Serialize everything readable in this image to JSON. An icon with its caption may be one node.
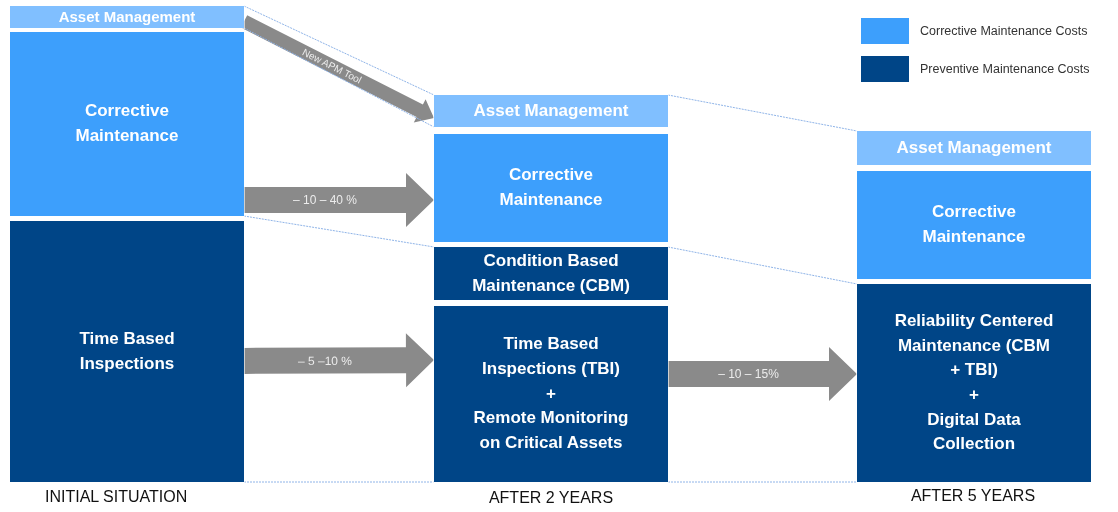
{
  "diagram": {
    "nodes": [
      {
        "text": [
          "Asset Management"
        ]
      },
      {
        "text": [
          "Corrective Maintenance"
        ]
      },
      {
        "text": [
          "Time Based Inspections"
        ]
      },
      {
        "text": [
          "Asset Management"
        ]
      },
      {
        "text": [
          "Corrective Maintenance"
        ]
      },
      {
        "text": [
          "Condition Based Maintenance (CBM)"
        ]
      },
      {
        "text": [
          "Time Based Inspections (TBI)",
          "+",
          "Remote Monitoring on Critical Assets"
        ]
      },
      {
        "text": [
          "Asset Management"
        ]
      },
      {
        "text": [
          "Corrective Maintenance"
        ]
      },
      {
        "text": [
          "Reliability Centered Maintenance (CBM + TBI)",
          "+",
          "Digital Data Collection"
        ]
      }
    ],
    "edges": [
      {
        "from": 0,
        "to": 3,
        "arrow": "to",
        "label": "New APM Tool"
      },
      {
        "from": 1,
        "to": 4,
        "arrow": "to",
        "label": "– 10 – 40 %"
      },
      {
        "from": 2,
        "to": 6,
        "arrow": "to",
        "label": "– 5 –10 %"
      },
      {
        "from": 6,
        "to": 9,
        "arrow": "to",
        "label": "– 10 – 15%"
      },
      {
        "from": 0,
        "to": 3,
        "arrow": "none",
        "style": "dashed",
        "color": "#8fb4e8"
      },
      {
        "from": 0,
        "to": 3,
        "arrow": "none",
        "style": "dashed",
        "color": "#8fb4e8"
      },
      {
        "from": 1,
        "to": 5,
        "arrow": "none",
        "style": "dashed",
        "color": "#8fb4e8"
      },
      {
        "from": 3,
        "to": 7,
        "arrow": "none",
        "style": "dashed",
        "color": "#8fb4e8"
      },
      {
        "from": 5,
        "to": 9,
        "arrow": "none",
        "style": "dashed",
        "color": "#8fb4e8"
      },
      {
        "from": 2,
        "to": 6,
        "arrow": "none",
        "style": "dashed",
        "color": "#8fb4e8"
      },
      {
        "from": 6,
        "to": 9,
        "arrow": "none",
        "style": "dashed",
        "color": "#8fb4e8"
      }
    ],
    "labels": [
      "INITIAL SITUATION",
      "AFTER 2 YEARS",
      "AFTER 5 YEARS"
    ],
    "legend": [
      {
        "text": "Corrective Maintenance Costs",
        "color": "#3d9ffc"
      },
      {
        "text": "Preventive Maintenance Costs",
        "color": "#004587"
      }
    ]
  }
}
